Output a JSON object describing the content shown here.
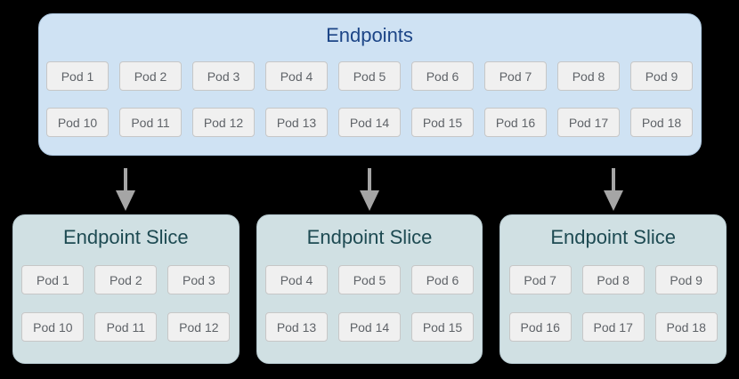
{
  "page": {
    "background_color": "#000000"
  },
  "endpoints_box": {
    "title": "Endpoints",
    "fill_color": "#cfe2f3",
    "title_color": "#1c4587",
    "pod_rows": [
      [
        "Pod 1",
        "Pod 2",
        "Pod 3",
        "Pod 4",
        "Pod 5",
        "Pod 6",
        "Pod 7",
        "Pod 8",
        "Pod 9"
      ],
      [
        "Pod 10",
        "Pod 11",
        "Pod 12",
        "Pod 13",
        "Pod 14",
        "Pod 15",
        "Pod 16",
        "Pod 17",
        "Pod 18"
      ]
    ]
  },
  "arrows": {
    "count": 3,
    "direction": "down",
    "color": "#a5a5a5"
  },
  "slice_boxes": [
    {
      "title": "Endpoint Slice",
      "pod_rows": [
        [
          "Pod 1",
          "Pod 2",
          "Pod 3"
        ],
        [
          "Pod 10",
          "Pod 11",
          "Pod 12"
        ]
      ]
    },
    {
      "title": "Endpoint Slice",
      "pod_rows": [
        [
          "Pod 4",
          "Pod 5",
          "Pod 6"
        ],
        [
          "Pod 13",
          "Pod 14",
          "Pod 15"
        ]
      ]
    },
    {
      "title": "Endpoint Slice",
      "pod_rows": [
        [
          "Pod 7",
          "Pod 8",
          "Pod 9"
        ],
        [
          "Pod 16",
          "Pod 17",
          "Pod 18"
        ]
      ]
    }
  ],
  "slice_style": {
    "fill_color": "#d0e0e3",
    "title_color": "#1d4a52"
  },
  "pod_style": {
    "fill_color": "#f0f0f0",
    "border_color": "#c7c7c7",
    "text_color": "#5f6368"
  }
}
